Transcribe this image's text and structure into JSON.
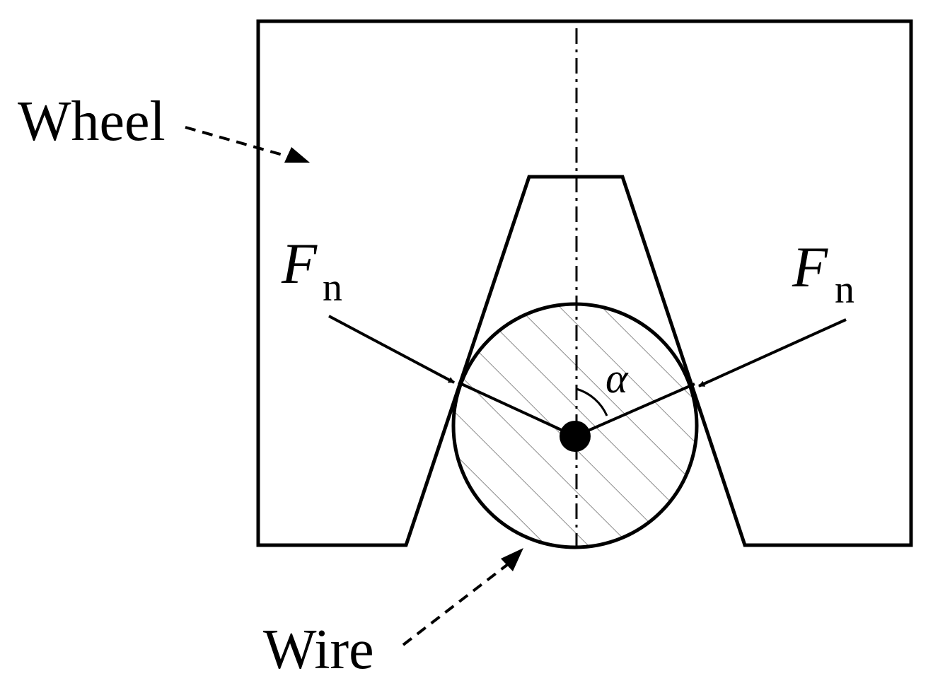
{
  "labels": {
    "wheel": "Wheel",
    "wire": "Wire",
    "force_symbol": "F",
    "force_subscript": "n",
    "angle": "α"
  },
  "colors": {
    "stroke": "#000000",
    "hatch": "#8a8a8a",
    "background": "#ffffff"
  }
}
